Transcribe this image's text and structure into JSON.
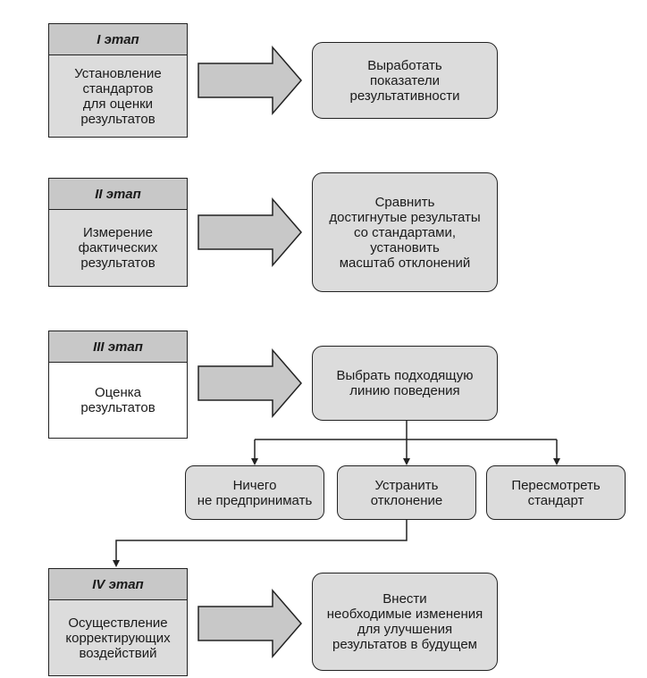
{
  "stages": [
    {
      "header": "I этап",
      "body": "Установление\nстандартов\nдля оценки\nрезультатов"
    },
    {
      "header": "II этап",
      "body": "Измерение\nфактических\nрезультатов"
    },
    {
      "header": "III этап",
      "body": "Оценка\nрезультатов"
    },
    {
      "header": "IV этап",
      "body": "Осуществление\nкорректирующих\nвоздействий"
    }
  ],
  "outcomes": [
    "Выработать\nпоказатели\nрезультативности",
    "Сравнить\nдостигнутые результаты\nсо стандартами,\nустановить\nмасштаб отклонений",
    "Выбрать подходящую\nлинию поведения",
    "Внести\nнеобходимые изменения\nдля улучшения\nрезультатов в будущем"
  ],
  "options": [
    "Ничего\nне предпринимать",
    "Устранить\nотклонение",
    "Пересмотреть\nстандарт"
  ],
  "colors": {
    "fill": "#dcdcdc",
    "header": "#c8c8c8",
    "stroke": "#222222"
  }
}
